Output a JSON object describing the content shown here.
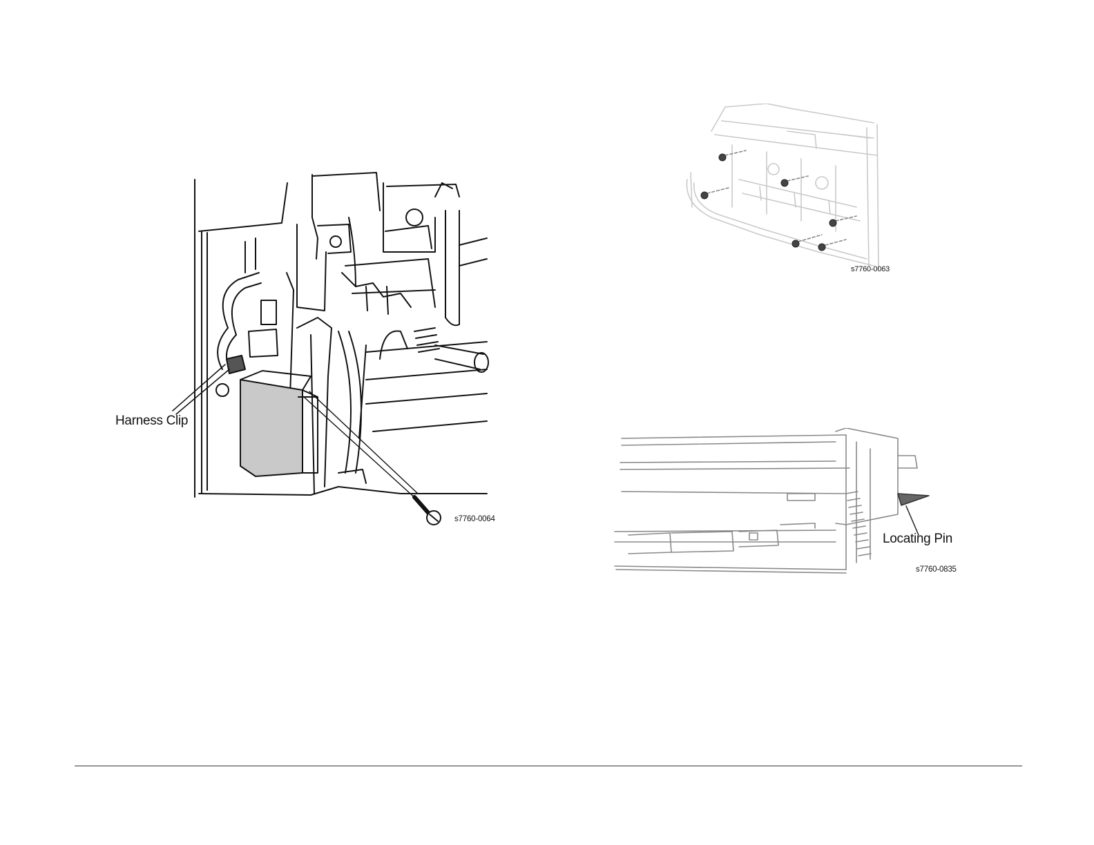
{
  "figures": {
    "left": {
      "callout": "Harness Clip",
      "id": "s7760-0064"
    },
    "top_right": {
      "id": "s7760-0063"
    },
    "bottom_right": {
      "callout": "Locating Pin",
      "id": "s7760-0835"
    }
  }
}
